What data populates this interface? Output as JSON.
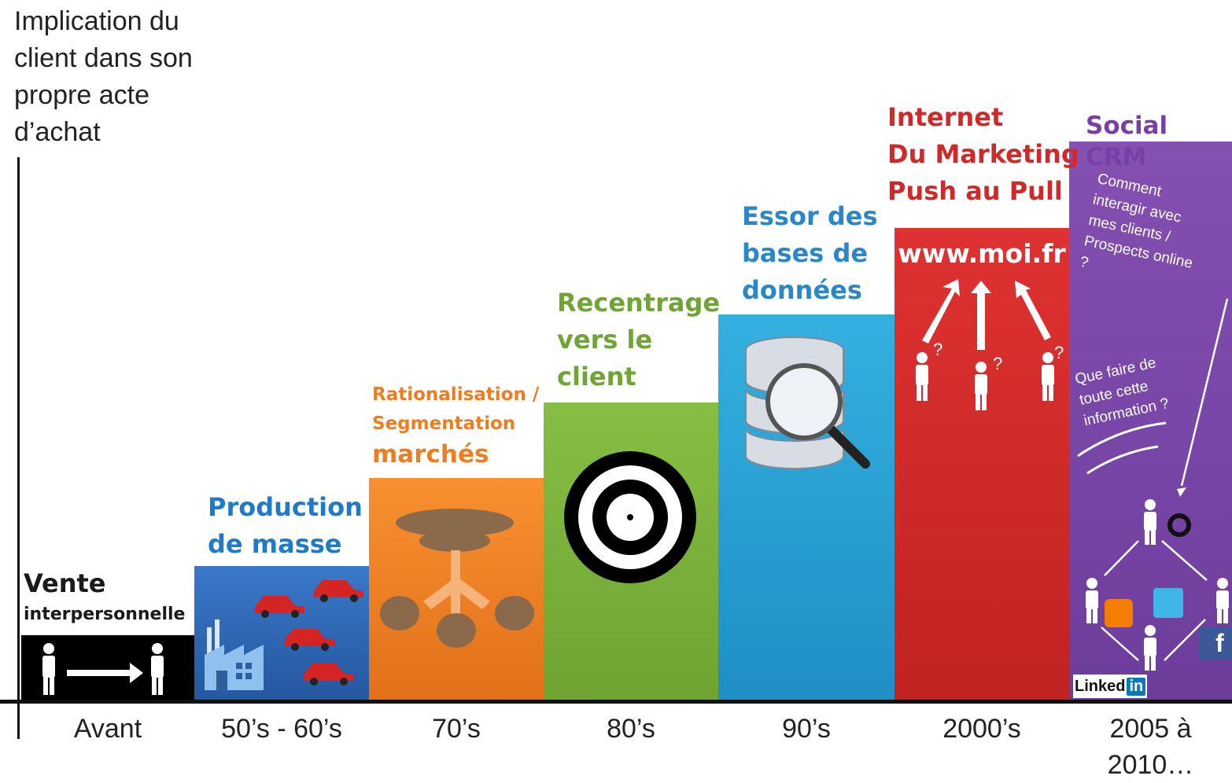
{
  "axis": {
    "y_label": "Implication du\nclient dans son\npropre acte\nd’achat"
  },
  "stages": [
    {
      "title": "Vente",
      "subtitle": "interpersonnelle",
      "period": "Avant",
      "color": "#000000",
      "title_color": "#1a1a1a"
    },
    {
      "title": "Production\nde masse",
      "period": "50’s - 60’s",
      "color": "#2e6bc0",
      "title_color": "#1f7ac8"
    },
    {
      "title": "Rationalisation /\nSegmentation",
      "subtitle": "marchés",
      "period": "70’s",
      "color": "#f0801e",
      "title_color": "#ef7d20"
    },
    {
      "title": "Recentrage\nvers le\nclient",
      "period": "80’s",
      "color": "#7cb43a",
      "title_color": "#6fa534"
    },
    {
      "title": "Essor des\nbases de\ndonnées",
      "period": "90’s",
      "color": "#2aa3d6",
      "title_color": "#2b87c8"
    },
    {
      "title": "Internet\nDu Marketing\nPush au Pull",
      "period": "2000’s",
      "color": "#d62b2b",
      "title_color": "#cf2a2a",
      "url": "www.moi.fr"
    },
    {
      "title": "Social CRM",
      "period": "2005 à\n2010…",
      "color": "#7b49a8",
      "title_color": "#7a3fa6",
      "caption_top": "Comment\ninteragir avec\nmes clients /\nProspects online\n?",
      "caption_mid": "Que faire de\ntoute cette\ninformation ?",
      "brand": "Linked",
      "brand_suffix": "in",
      "facebook_letter": "f"
    }
  ],
  "question_mark": "?"
}
